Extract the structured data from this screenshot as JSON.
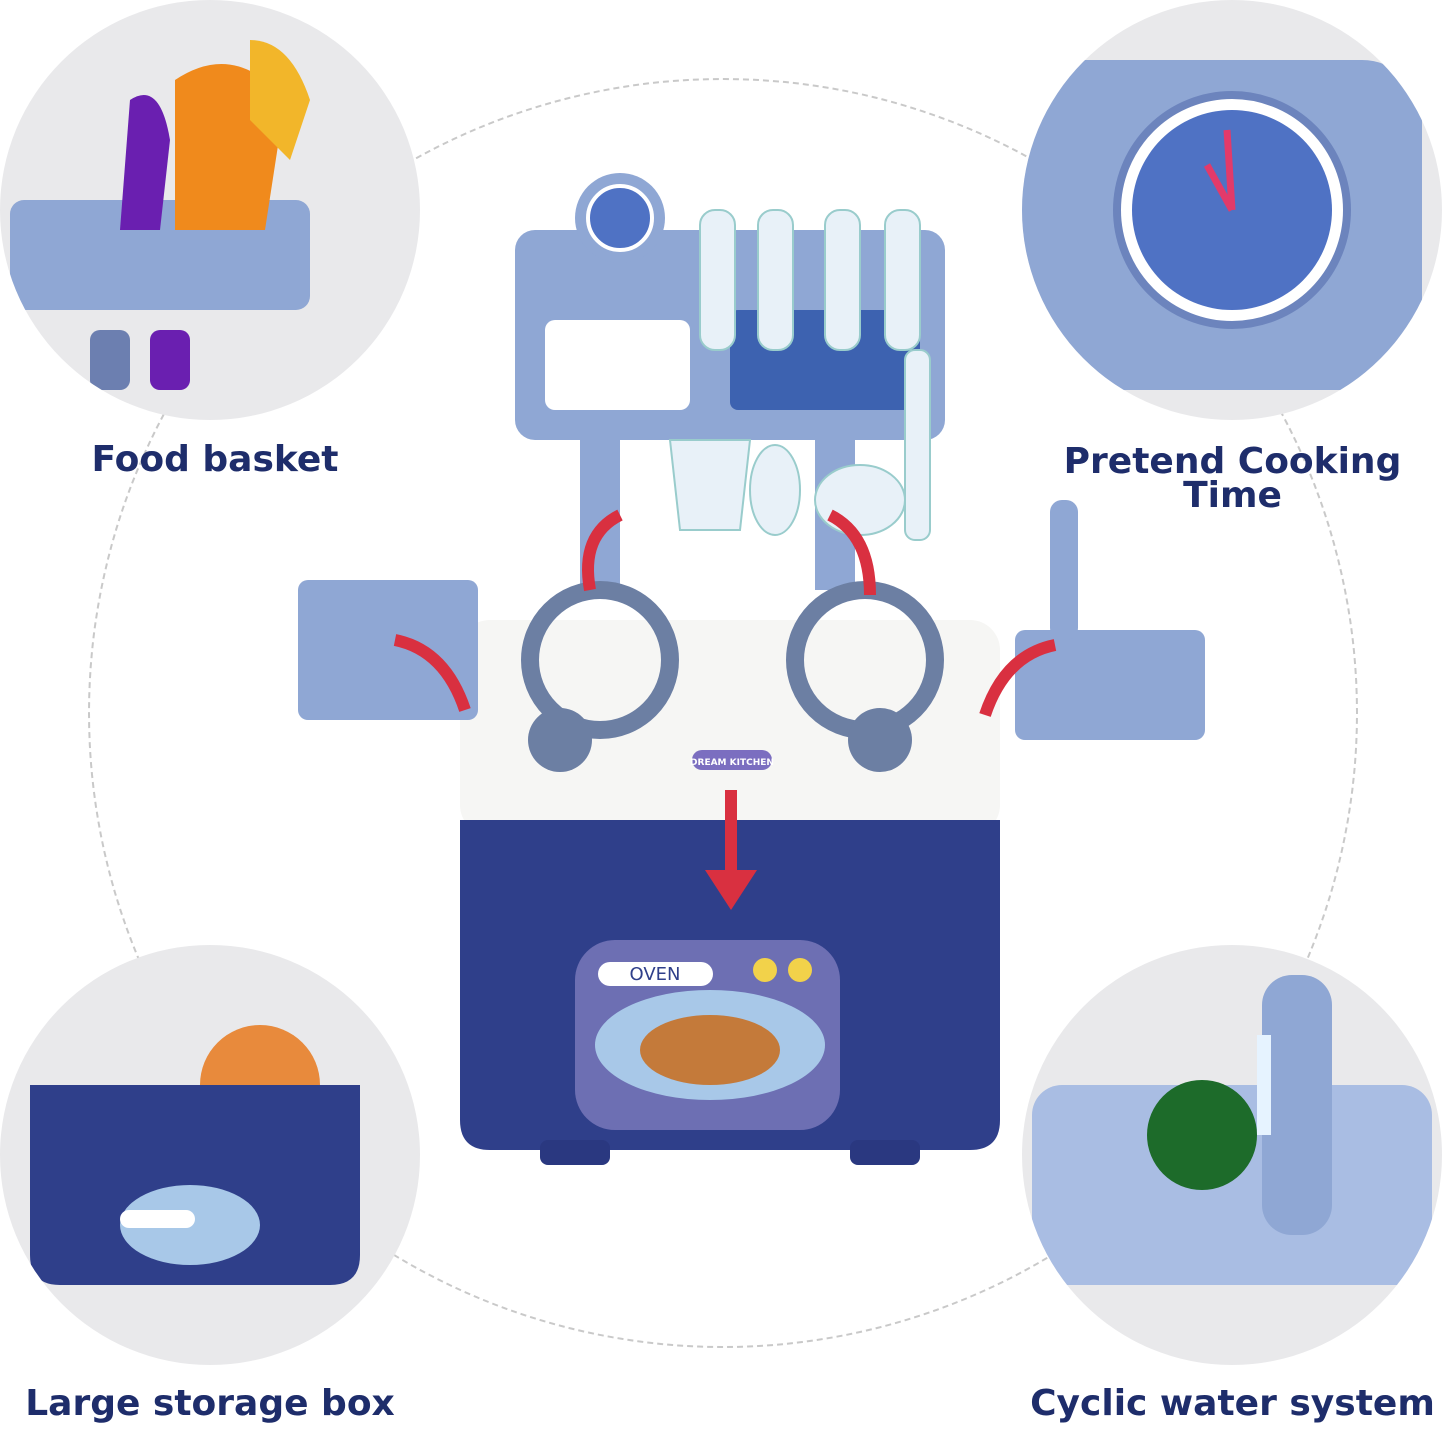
{
  "features": [
    {
      "label": "Food basket"
    },
    {
      "label": "Pretend Cooking Time"
    },
    {
      "label": "Large storage box"
    },
    {
      "label": "Cyclic water system"
    }
  ],
  "product": {
    "oven_label": "OVEN",
    "brand_badge": "DREAM KITCHEN"
  },
  "colors": {
    "label_text": "#1e2d6b",
    "oven_blue": "#2f3f8a",
    "light_blue": "#8fa7d4",
    "arrow_red": "#d93040"
  }
}
